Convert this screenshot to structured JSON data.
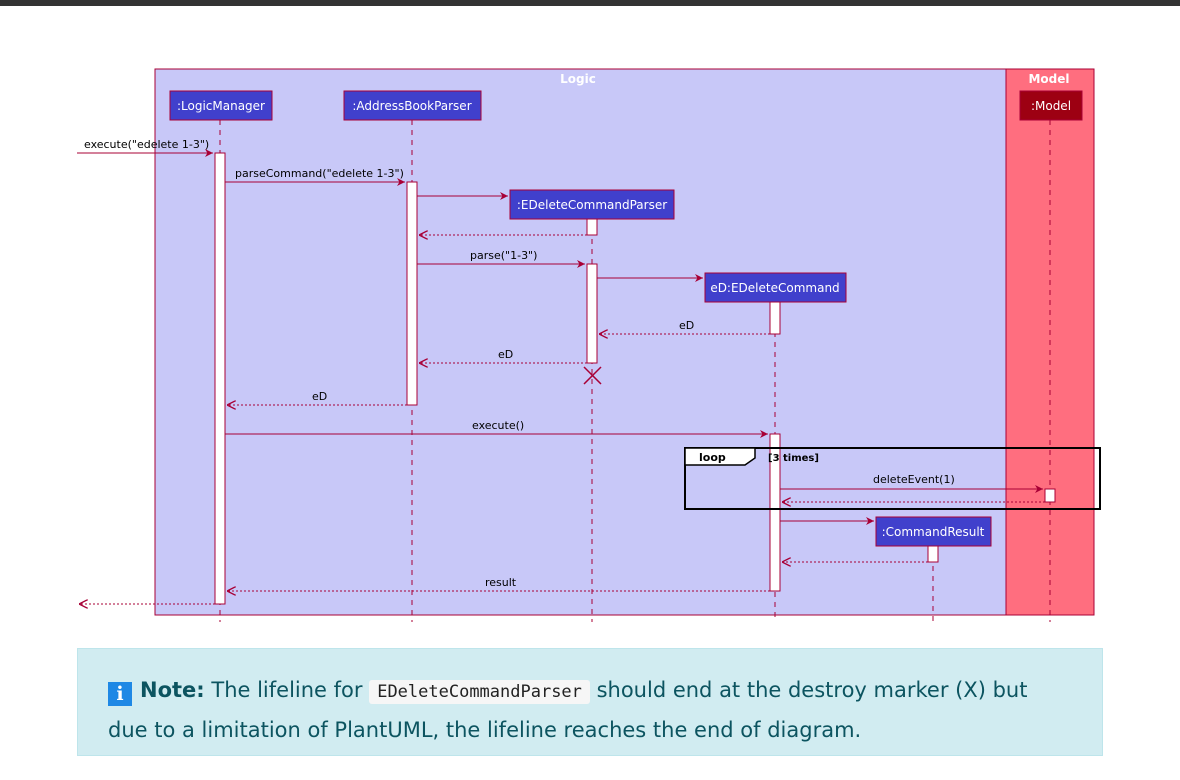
{
  "diagram": {
    "frames": {
      "logic": "Logic",
      "model": "Model"
    },
    "participants": {
      "logic_manager": ":LogicManager",
      "address_book_parser": ":AddressBookParser",
      "edelete_command_parser": ":EDeleteCommandParser",
      "edelete_command": "eD:EDeleteCommand",
      "command_result": ":CommandResult",
      "model": ":Model"
    },
    "messages": {
      "execute_call": "execute(\"edelete 1-3\")",
      "parse_command": "parseCommand(\"edelete 1-3\")",
      "parse": "parse(\"1-3\")",
      "return_ed_1": "eD",
      "return_ed_2": "eD",
      "return_ed_3": "eD",
      "execute": "execute()",
      "delete_event": "deleteEvent(1)",
      "result": "result"
    },
    "loop": {
      "label": "loop",
      "guard": "[3 times]"
    },
    "colors": {
      "logic_frame": "#c8c8f8",
      "model_frame": "#ff6e7f",
      "logic_participant": "#4040cc",
      "model_participant": "#9d0012",
      "arrow": "#a80036"
    }
  },
  "note": {
    "icon": "i",
    "label": "Note:",
    "text_before": " The lifeline for ",
    "code": "EDeleteCommandParser",
    "text_after": " should end at the destroy marker (X) but due to a limitation of PlantUML, the lifeline reaches the end of diagram."
  }
}
